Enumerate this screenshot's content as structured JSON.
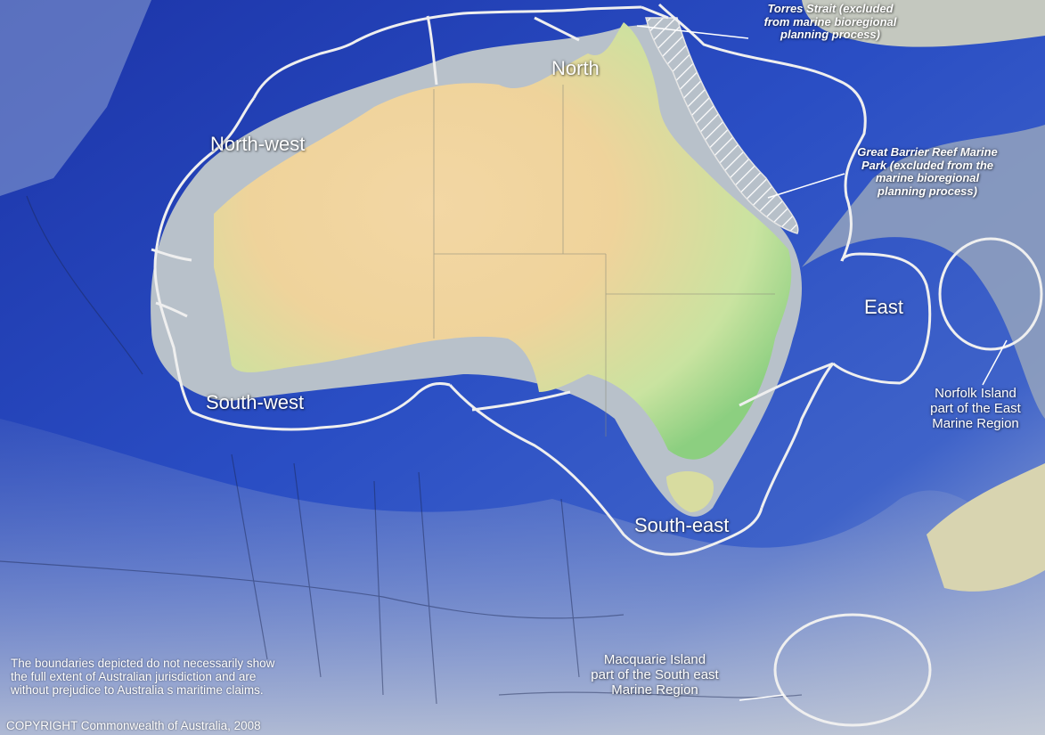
{
  "regions": {
    "north": "North",
    "north_west": "North-west",
    "east": "East",
    "south_west": "South-west",
    "south_east": "South-east"
  },
  "notes": {
    "torres_strait": "Torres Strait (excluded\nfrom marine bioregional\nplanning process)",
    "great_barrier_reef": "Great Barrier Reef Marine\nPark (excluded from the\nmarine bioregional\nplanning process)",
    "norfolk_island": "Norfolk Island\npart of the East\nMarine Region",
    "macquarie_island": "Macquarie Island\npart of the South east\nMarine Region"
  },
  "disclaimer": "The boundaries depicted do not necessarily show\nthe full extent of Australian jurisdiction and are\nwithout prejudice to Australia s maritime claims.",
  "copyright": "COPYRIGHT Commonwealth of Australia, 2008",
  "colors": {
    "deep_ocean": "#1f3fb5",
    "shelf": "#b9c3cc",
    "land_low": "#9fd68a",
    "land_high": "#f2d6a2",
    "boundary": "#f2f2f2"
  }
}
